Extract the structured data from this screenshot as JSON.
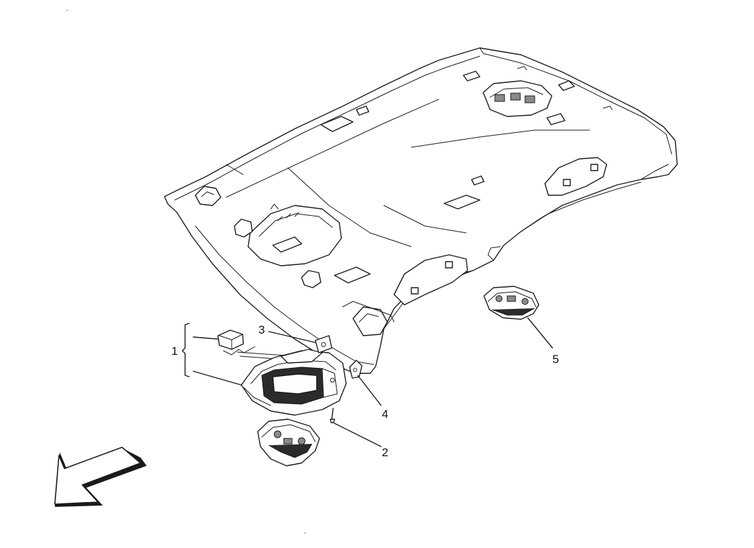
{
  "diagram": {
    "callouts": {
      "c1": "1",
      "c2": "2",
      "c3": "3",
      "c4": "4",
      "c5": "5"
    },
    "icons": {
      "direction_arrow": "front-direction-arrow-icon"
    }
  }
}
